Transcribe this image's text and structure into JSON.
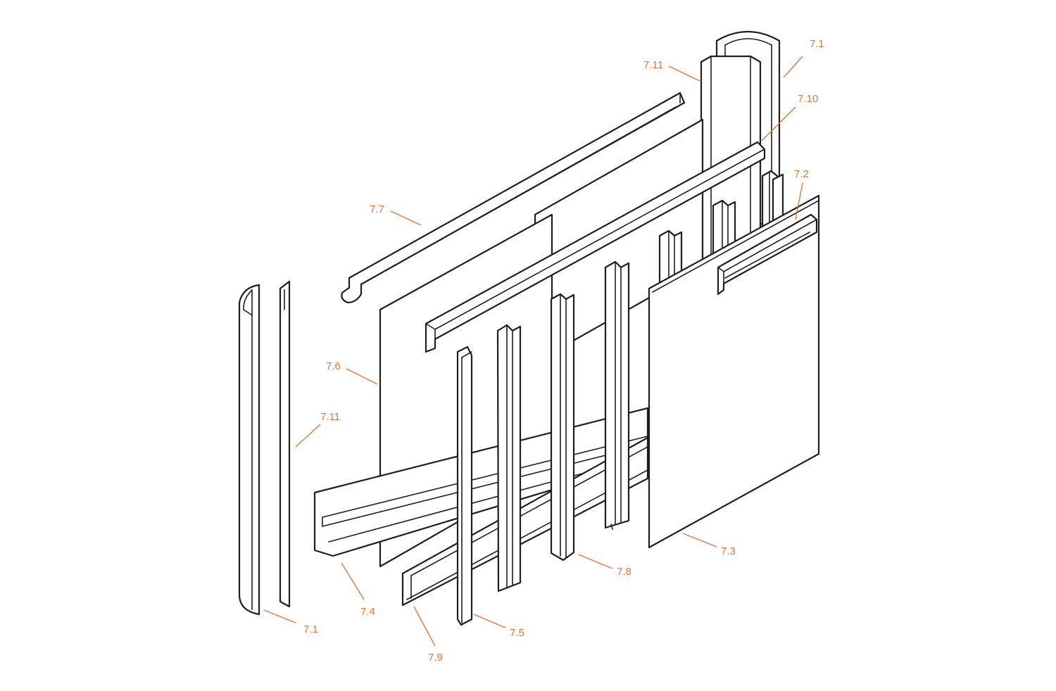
{
  "colors": {
    "accent": "#e8743b",
    "line": "#1e1e1e",
    "background": "#ffffff"
  },
  "callouts": [
    {
      "id": "label-7-1-top",
      "text": "7.1"
    },
    {
      "id": "label-7-11-top",
      "text": "7.11"
    },
    {
      "id": "label-7-10",
      "text": "7.10"
    },
    {
      "id": "label-7-2",
      "text": "7.2"
    },
    {
      "id": "label-7-7",
      "text": "7.7"
    },
    {
      "id": "label-7-6",
      "text": "7.6"
    },
    {
      "id": "label-7-11-left",
      "text": "7.11"
    },
    {
      "id": "label-7-3",
      "text": "7.3"
    },
    {
      "id": "label-7-8",
      "text": "7.8"
    },
    {
      "id": "label-7-4",
      "text": "7.4"
    },
    {
      "id": "label-7-5",
      "text": "7.5"
    },
    {
      "id": "label-7-1-bottom",
      "text": "7.1"
    },
    {
      "id": "label-7-9",
      "text": "7.9"
    }
  ]
}
